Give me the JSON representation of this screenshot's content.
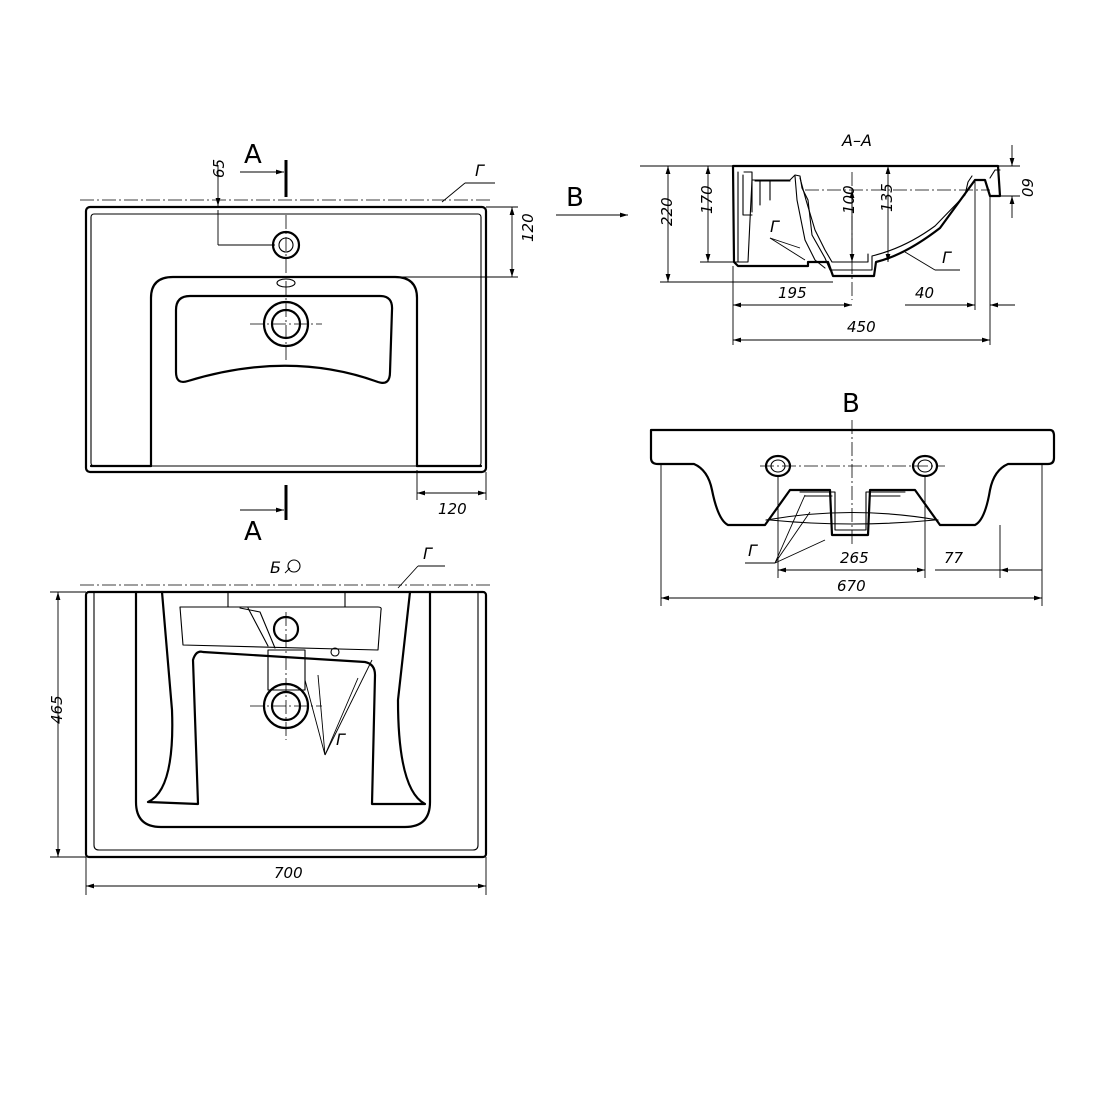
{
  "labels": {
    "section_a": "А",
    "section_title": "А–А",
    "view_b": "В",
    "detail_b": "Б",
    "surface_g": "Г"
  },
  "dims": {
    "top_65": "65",
    "top_120_v": "120",
    "top_120_h": "120",
    "sec_220": "220",
    "sec_170": "170",
    "sec_100": "100",
    "sec_135": "135",
    "sec_60": "60",
    "sec_195": "195",
    "sec_40": "40",
    "sec_450": "450",
    "v_265": "265",
    "v_77": "77",
    "v_670": "670",
    "bot_465": "465",
    "bot_700": "700"
  },
  "colors": {
    "line": "#000000",
    "background": "#ffffff"
  }
}
